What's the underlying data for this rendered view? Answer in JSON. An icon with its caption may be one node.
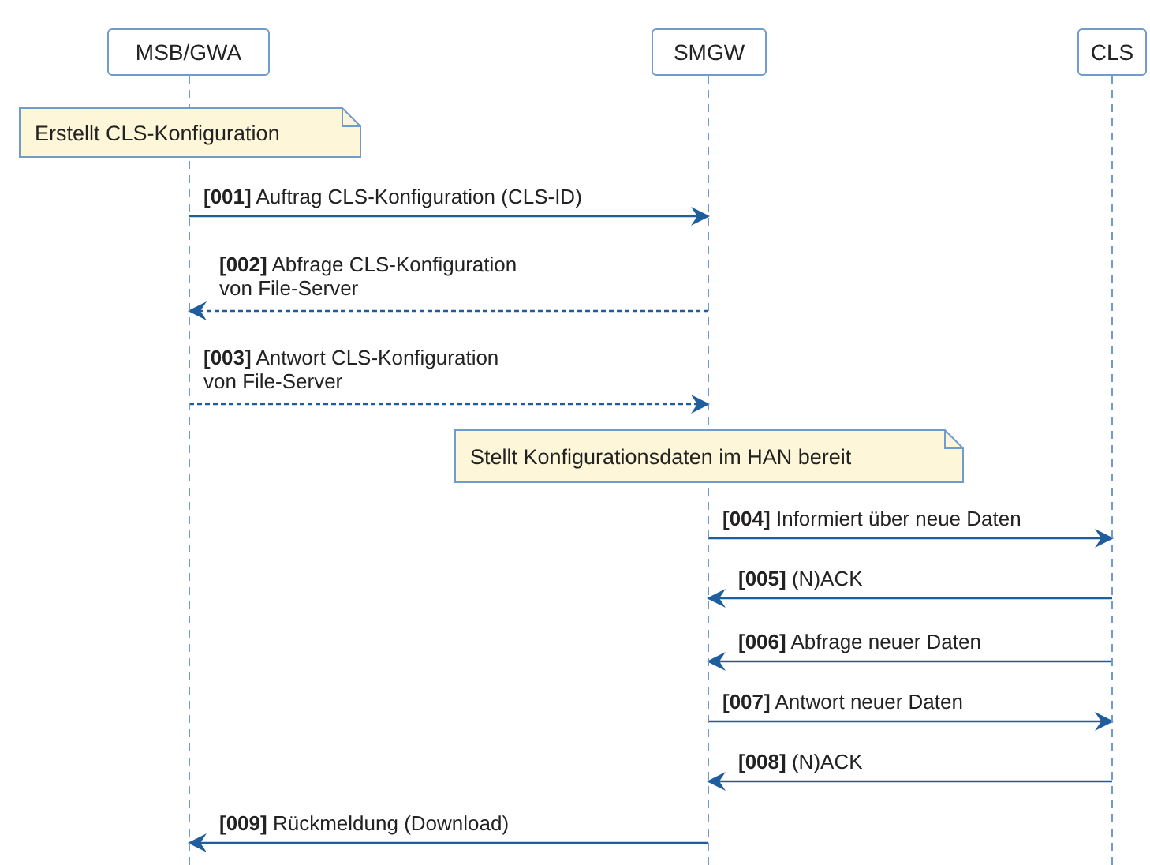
{
  "diagram": {
    "nodes": [
      {
        "text": [
          "MSB/GWA"
        ]
      },
      {
        "text": [
          "SMGW"
        ]
      },
      {
        "text": [
          "CLS"
        ]
      },
      {
        "text": [
          "Erstellt CLS-Konfiguration"
        ]
      },
      {
        "text": [
          "Stellt Konfigurationsdaten im HAN bereit"
        ]
      }
    ],
    "edges": [
      {
        "from": 0,
        "to": 1,
        "arrow": "to",
        "label": "**[001]** Auftrag CLS-Konfiguration (CLS-ID)"
      },
      {
        "from": 1,
        "to": 0,
        "arrow": "to",
        "style": "dashed",
        "label": "**[002]** Abfrage CLS-Konfiguration von File-Server"
      },
      {
        "from": 0,
        "to": 1,
        "arrow": "to",
        "style": "dashed",
        "label": "**[003]** Antwort CLS-Konfiguration von File-Server"
      },
      {
        "from": 1,
        "to": 2,
        "arrow": "to",
        "label": "**[004]** Informiert über neue Daten"
      },
      {
        "from": 2,
        "to": 1,
        "arrow": "to",
        "label": "**[005]** (N)ACK"
      },
      {
        "from": 2,
        "to": 1,
        "arrow": "to",
        "label": "**[006]** Abfrage neuer Daten"
      },
      {
        "from": 1,
        "to": 2,
        "arrow": "to",
        "label": "**[007]** Antwort neuer Daten"
      },
      {
        "from": 2,
        "to": 1,
        "arrow": "to",
        "label": "**[008]** (N)ACK"
      },
      {
        "from": 1,
        "to": 0,
        "arrow": "to",
        "label": "**[009]** Rückmeldung (Download)"
      }
    ]
  }
}
